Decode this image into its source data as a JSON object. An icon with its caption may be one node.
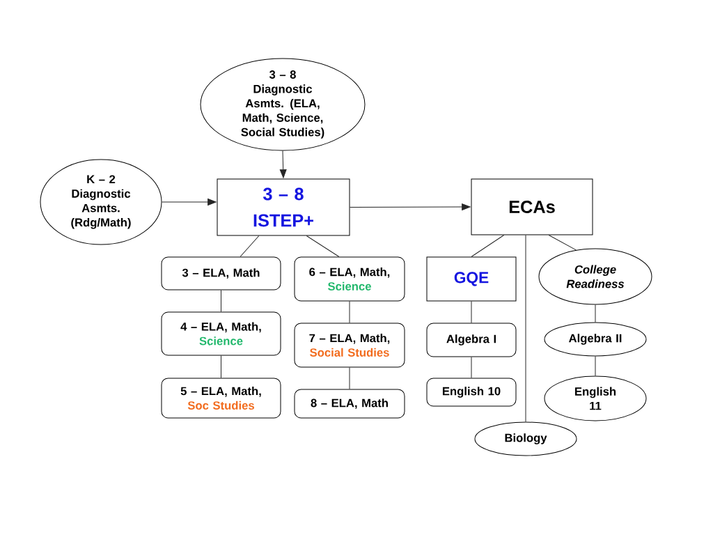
{
  "diagram": {
    "nodes": [
      {
        "text": [
          "3 – 8 Diagnostic Asmts. (ELA, Math, Science, Social Studies)"
        ]
      },
      {
        "text": [
          "K – 2 Diagnostic Asmts. (Rdg/Math)"
        ]
      },
      {
        "text": [
          "3 – 8 ISTEP+"
        ]
      },
      {
        "text": [
          "ECAs"
        ]
      },
      {
        "text": [
          "3 – ELA, Math"
        ]
      },
      {
        "text": [
          "4 – ELA, Math,",
          "Science"
        ]
      },
      {
        "text": [
          "5 – ELA, Math,",
          "Soc Studies"
        ]
      },
      {
        "text": [
          "6 – ELA, Math,",
          "Science"
        ]
      },
      {
        "text": [
          "7 – ELA, Math,",
          "Social Studies"
        ]
      },
      {
        "text": [
          "8 – ELA, Math"
        ]
      },
      {
        "text": [
          "GQE"
        ]
      },
      {
        "text": [
          "College Readiness"
        ]
      },
      {
        "text": [
          "Algebra I"
        ]
      },
      {
        "text": [
          "English 10"
        ]
      },
      {
        "text": [
          "Algebra II"
        ]
      },
      {
        "text": [
          "English 11"
        ]
      },
      {
        "text": [
          "Biology"
        ]
      }
    ],
    "edges": [
      {
        "from": 0,
        "to": 2,
        "arrow": "to"
      },
      {
        "from": 1,
        "to": 2,
        "arrow": "to"
      },
      {
        "from": 2,
        "to": 3,
        "arrow": "to"
      },
      {
        "from": 2,
        "to": 4,
        "arrow": "none"
      },
      {
        "from": 2,
        "to": 7,
        "arrow": "none"
      },
      {
        "from": 4,
        "to": 5,
        "arrow": "none"
      },
      {
        "from": 5,
        "to": 6,
        "arrow": "none"
      },
      {
        "from": 7,
        "to": 8,
        "arrow": "none"
      },
      {
        "from": 8,
        "to": 9,
        "arrow": "none"
      },
      {
        "from": 3,
        "to": 10,
        "arrow": "none"
      },
      {
        "from": 3,
        "to": 16,
        "arrow": "none"
      },
      {
        "from": 3,
        "to": 11,
        "arrow": "none"
      },
      {
        "from": 10,
        "to": 12,
        "arrow": "none"
      },
      {
        "from": 12,
        "to": 13,
        "arrow": "none"
      },
      {
        "from": 11,
        "to": 14,
        "arrow": "none"
      },
      {
        "from": 14,
        "to": 15,
        "arrow": "none"
      }
    ]
  }
}
